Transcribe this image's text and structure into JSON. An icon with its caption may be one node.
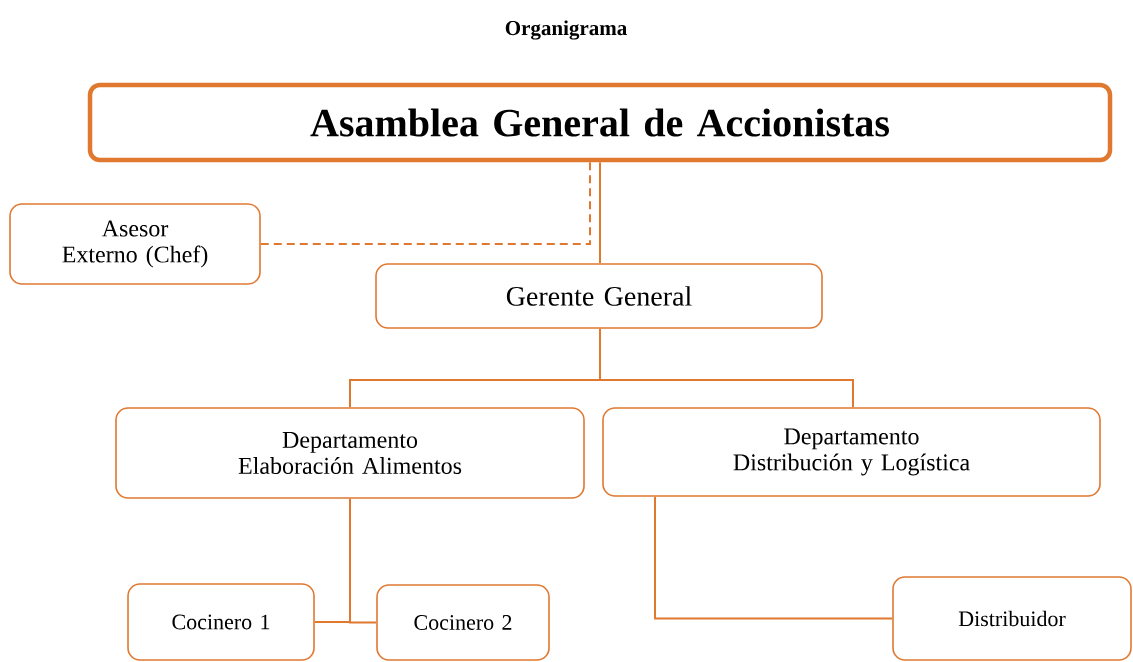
{
  "diagram": {
    "title": "Organigrama",
    "nodes": [
      {
        "text": [
          "Asamblea General de Accionistas"
        ]
      },
      {
        "text": [
          "Asesor Externo (Chef)"
        ]
      },
      {
        "text": [
          "Gerente General"
        ]
      },
      {
        "text": [
          "Departamento Elaboración Alimentos"
        ]
      },
      {
        "text": [
          "Departamento Distribución y Logística"
        ]
      },
      {
        "text": [
          "Cocinero 1"
        ]
      },
      {
        "text": [
          "Cocinero 2"
        ]
      },
      {
        "text": [
          "Distribuidor"
        ]
      }
    ],
    "edges": [
      {
        "from": 0,
        "to": 1,
        "arrow": "none",
        "style": "dashed"
      },
      {
        "from": 0,
        "to": 2,
        "arrow": "none"
      },
      {
        "from": 2,
        "to": 3,
        "arrow": "none"
      },
      {
        "from": 2,
        "to": 4,
        "arrow": "none"
      },
      {
        "from": 3,
        "to": 5,
        "arrow": "none"
      },
      {
        "from": 3,
        "to": 6,
        "arrow": "none"
      },
      {
        "from": 4,
        "to": 7,
        "arrow": "none"
      }
    ]
  }
}
